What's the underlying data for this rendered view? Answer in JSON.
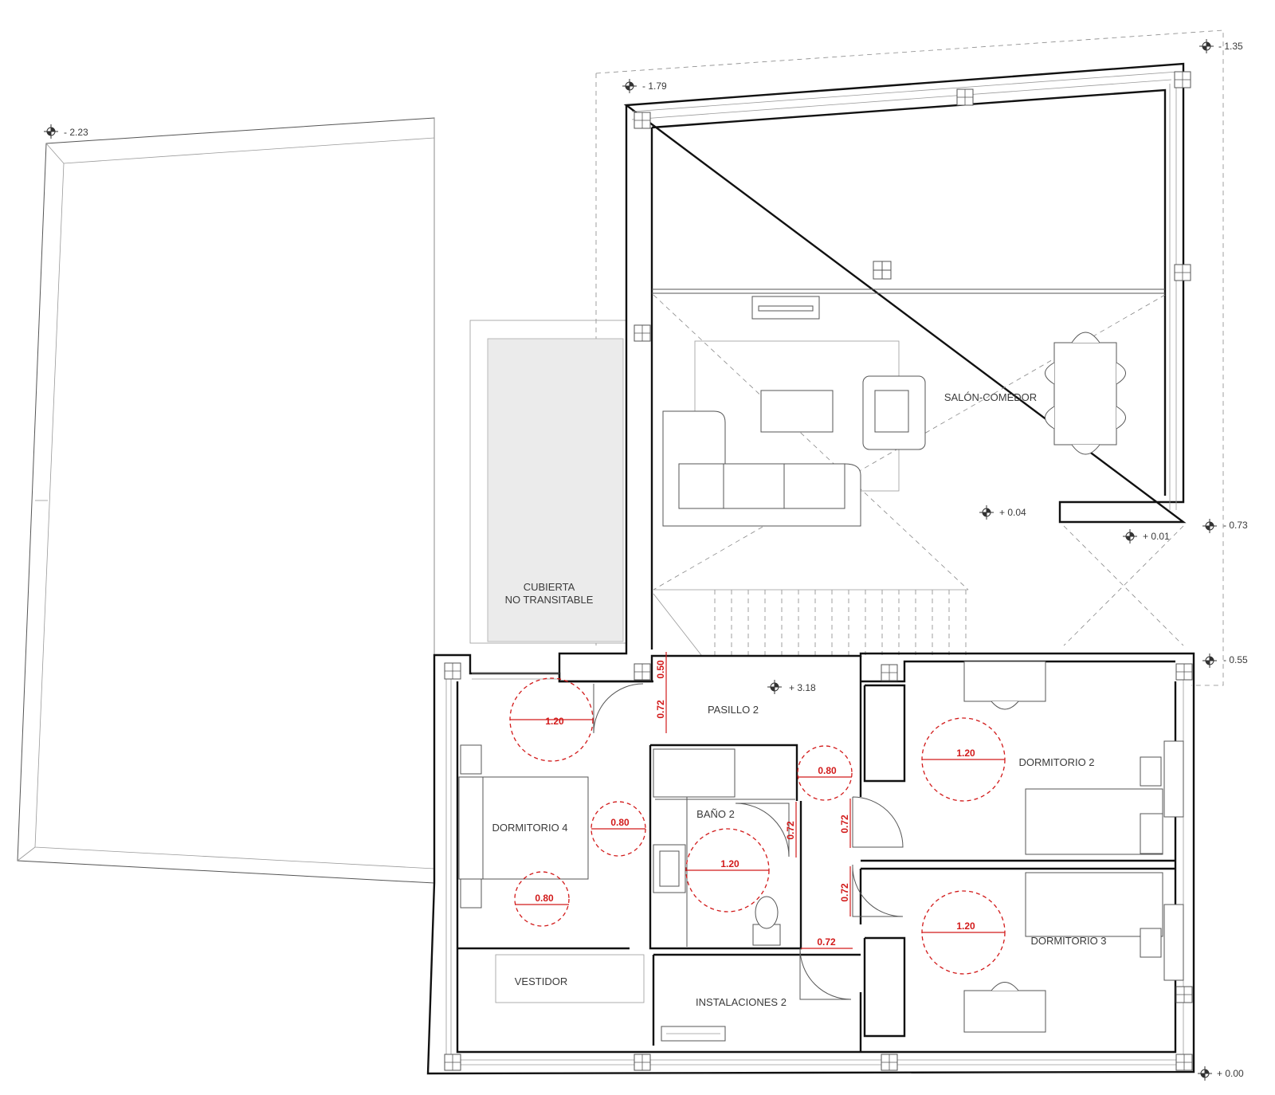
{
  "rooms": {
    "salon_comedor": "SALÓN-COMEDOR",
    "cubierta": "CUBIERTA",
    "no_transitable": "NO TRANSITABLE",
    "pasillo_2": "PASILLO 2",
    "dormitorio_2": "DORMITORIO 2",
    "dormitorio_3": "DORMITORIO 3",
    "dormitorio_4": "DORMITORIO 4",
    "bano_2": "BAÑO 2",
    "vestidor": "VESTIDOR",
    "instalaciones_2": "INSTALACIONES 2"
  },
  "levels": {
    "l1": "- 1.35",
    "l2": "- 1.79",
    "l3": "- 2.23",
    "l4": "+ 0.04",
    "l5": "+ 0.01",
    "l6": "- 0.73",
    "l7": "+ 3.18",
    "l8": "- 0.55",
    "l9": "+ 0.00"
  },
  "dimensions": {
    "d4_circle": "1.20",
    "d4_bed_side": "0.80",
    "d4_bed_foot": "0.80",
    "bano_circle": "1.20",
    "bano_door": "0.72",
    "pasillo_circle": "0.80",
    "pasillo_door_top": "0.50",
    "pasillo_door": "0.72",
    "d2_circle": "1.20",
    "d2_door": "0.72",
    "d3_circle": "1.20",
    "d3_door": "0.72",
    "inst_door": "0.72"
  }
}
